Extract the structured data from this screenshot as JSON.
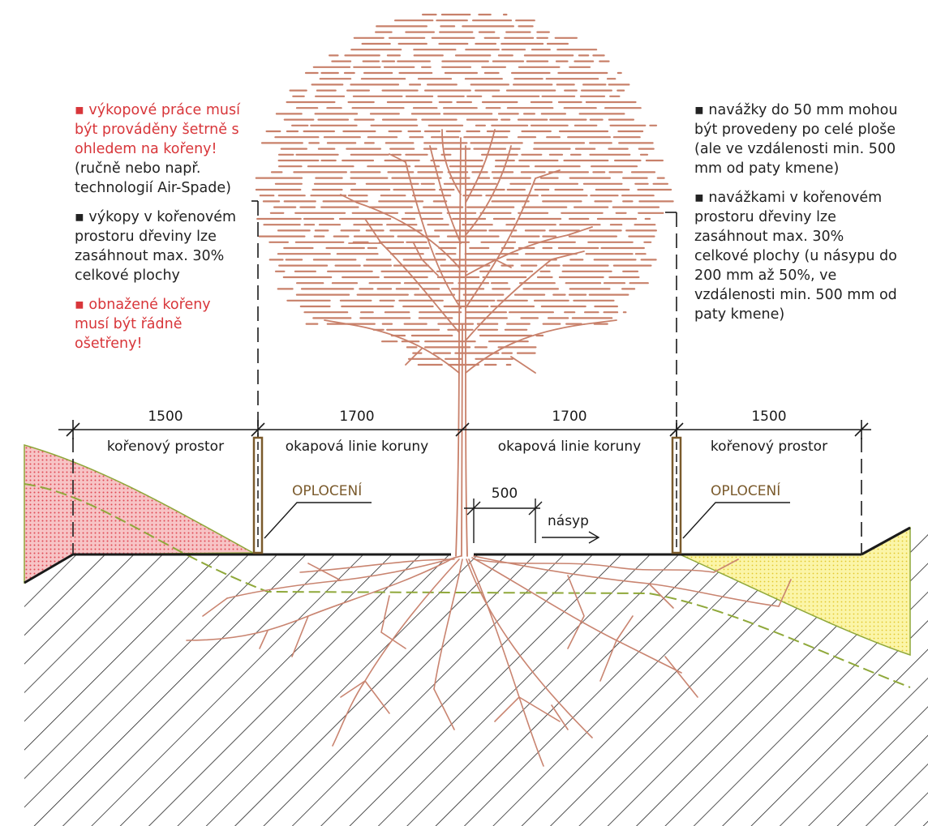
{
  "colors": {
    "ink": "#1a1a1a",
    "tree": "#c8806a",
    "root": "#c98470",
    "fence": "#7a5a2c",
    "warning": "#d8363a",
    "excavation_fill": "#f7c4c6",
    "excavation_dots": "#e04a55",
    "fill_area": "#fbf5a8",
    "fill_dots": "#e2c82f",
    "soil_line": "#8fa83a"
  },
  "left_notes": {
    "n1_red": "▪ výkopové práce musí být prováděny šetrně s ohledem na kořeny!",
    "n1_plain": "(ručně nebo např. technologií Air-Spade)",
    "n2": "▪ výkopy v kořenovém prostoru dřeviny lze zasáhnout max. 30% celkové plochy",
    "n3_red": "▪ obnažené kořeny musí být řádně ošetřeny!"
  },
  "right_notes": {
    "n1": "▪ navážky do 50 mm mohou být provedeny po celé ploše (ale ve vzdálenosti min. 500 mm od paty kmene)",
    "n2": "▪ navážkami v kořenovém prostoru dřeviny lze zasáhnout max. 30% celkové plochy (u násypu do 200 mm až 50%, ve vzdálenosti min. 500 mm od paty kmene)"
  },
  "dimensions": {
    "left_root": "1500",
    "left_crown": "1700",
    "right_crown": "1700",
    "right_root": "1500",
    "trunk_offset": "500"
  },
  "zones": {
    "left_root": "kořenový prostor",
    "left_crown": "okapová linie koruny",
    "right_crown": "okapová linie koruny",
    "right_root": "kořenový prostor"
  },
  "labels": {
    "fence_left": "OPLOCENÍ",
    "fence_right": "OPLOCENÍ",
    "fill_direction": "násyp"
  },
  "icons": {
    "tree": "deciduous-tree-icon",
    "fence": "fence-post-icon",
    "arrow": "arrow-right-icon"
  }
}
